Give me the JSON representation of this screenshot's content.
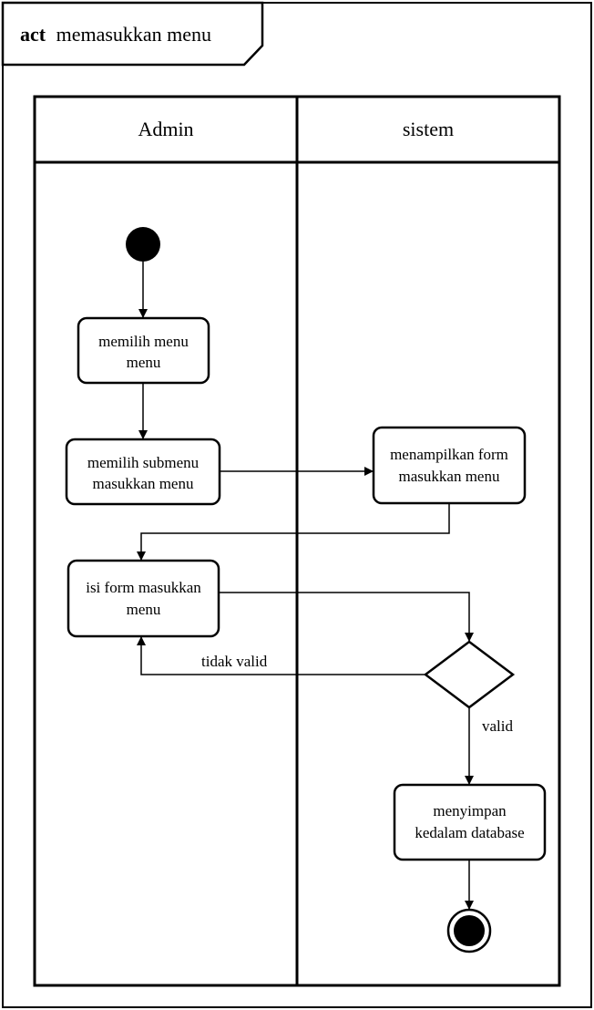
{
  "frame": {
    "keyword": "act",
    "name": "memasukkan menu"
  },
  "lanes": [
    {
      "id": "admin",
      "label": "Admin"
    },
    {
      "id": "sistem",
      "label": "sistem"
    }
  ],
  "nodes": {
    "start": {
      "type": "initial"
    },
    "pilih_menu": {
      "type": "action",
      "lines": [
        "memilih menu",
        "menu"
      ]
    },
    "pilih_submenu": {
      "type": "action",
      "lines": [
        "memilih submenu",
        "masukkan menu"
      ]
    },
    "tampil_form": {
      "type": "action",
      "lines": [
        "menampilkan form",
        "masukkan menu"
      ]
    },
    "isi_form": {
      "type": "action",
      "lines": [
        "isi form masukkan",
        "menu"
      ]
    },
    "cek": {
      "type": "decision"
    },
    "simpan": {
      "type": "action",
      "lines": [
        "menyimpan",
        "kedalam database"
      ]
    },
    "end": {
      "type": "final"
    }
  },
  "edges": [
    {
      "from": "start",
      "to": "pilih_menu",
      "label": ""
    },
    {
      "from": "pilih_menu",
      "to": "pilih_submenu",
      "label": ""
    },
    {
      "from": "pilih_submenu",
      "to": "tampil_form",
      "label": ""
    },
    {
      "from": "tampil_form",
      "to": "isi_form",
      "label": ""
    },
    {
      "from": "isi_form",
      "to": "cek",
      "label": ""
    },
    {
      "from": "cek",
      "to": "isi_form",
      "label": "tidak valid"
    },
    {
      "from": "cek",
      "to": "simpan",
      "label": "valid"
    },
    {
      "from": "simpan",
      "to": "end",
      "label": ""
    }
  ]
}
